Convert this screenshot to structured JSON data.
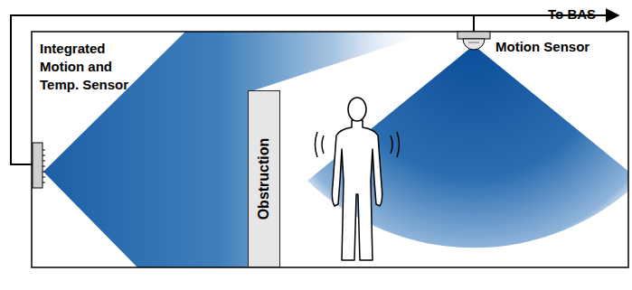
{
  "diagram": {
    "nodes": [
      {
        "text": [
          "Obstruction"
        ]
      }
    ],
    "labels": [
      "To BAS",
      "Integrated Motion and Temp. Sensor",
      "Motion Sensor"
    ]
  }
}
